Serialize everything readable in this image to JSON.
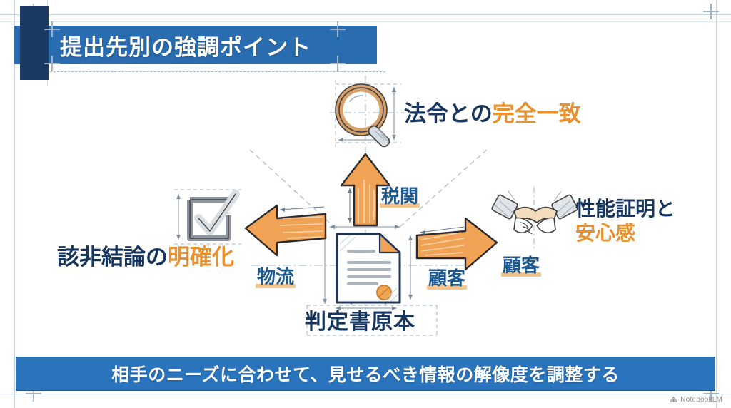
{
  "slide": {
    "title": "提出先別の強調ポイント",
    "banner": "相手のニーズに合わせて、見せるべき情報の解像度を調整する",
    "watermark": "NotebookLM"
  },
  "center": {
    "document_label": "判定書原本"
  },
  "branches": [
    {
      "id": "customs",
      "direction": "up",
      "arrow_label": "税関",
      "icon": "magnifier-icon",
      "headline_plain": "法令との",
      "headline_accent": "完全一致"
    },
    {
      "id": "logistics",
      "direction": "left",
      "arrow_label": "物流",
      "icon": "checkbox-check-icon",
      "headline_plain": "該非結論の",
      "headline_accent": "明確化"
    },
    {
      "id": "customer",
      "direction": "right",
      "arrow_label": "顧客",
      "icon": "handshake-icon",
      "icon_label": "顧客",
      "headline_plain": "性能証明と",
      "headline_accent": "安心感"
    }
  ],
  "colors": {
    "navy": "#17365d",
    "title_band_blue": "#2a6cb0",
    "title_dark_blue": "#1b3a63",
    "banner_blue": "#2a74bd",
    "accent_orange": "#e8912e",
    "label_blue": "#1d5a92",
    "highlight_orange": "#f3b878",
    "blueprint_line": "#c7d5e2",
    "background": "#ffffff"
  }
}
